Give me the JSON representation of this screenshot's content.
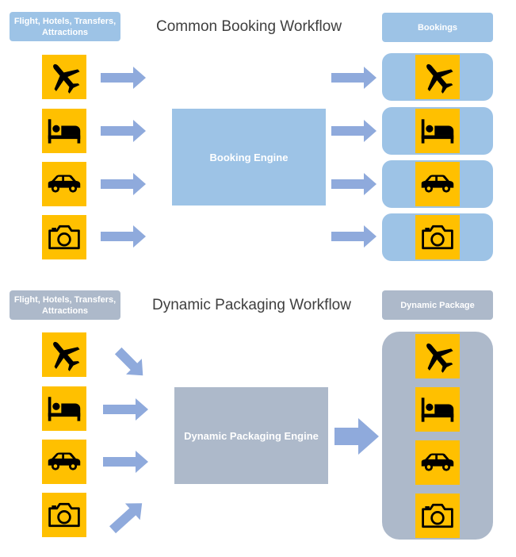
{
  "top": {
    "title": "Common Booking Workflow",
    "source_label": "Flight, Hotels, Transfers, Attractions",
    "engine_label": "Booking Engine",
    "target_label": "Bookings",
    "accent": "#9dc3e6"
  },
  "bottom": {
    "title": "Dynamic Packaging Workflow",
    "source_label": "Flight, Hotels, Transfers, Attractions",
    "engine_label": "Dynamic Packaging Engine",
    "target_label": "Dynamic Package",
    "accent": "#adb9ca"
  },
  "icons": [
    "airplane-icon",
    "bed-icon",
    "car-icon",
    "camera-icon"
  ],
  "colors": {
    "tile": "#ffc000",
    "arrow": "#8faadc",
    "icon": "#000000"
  }
}
